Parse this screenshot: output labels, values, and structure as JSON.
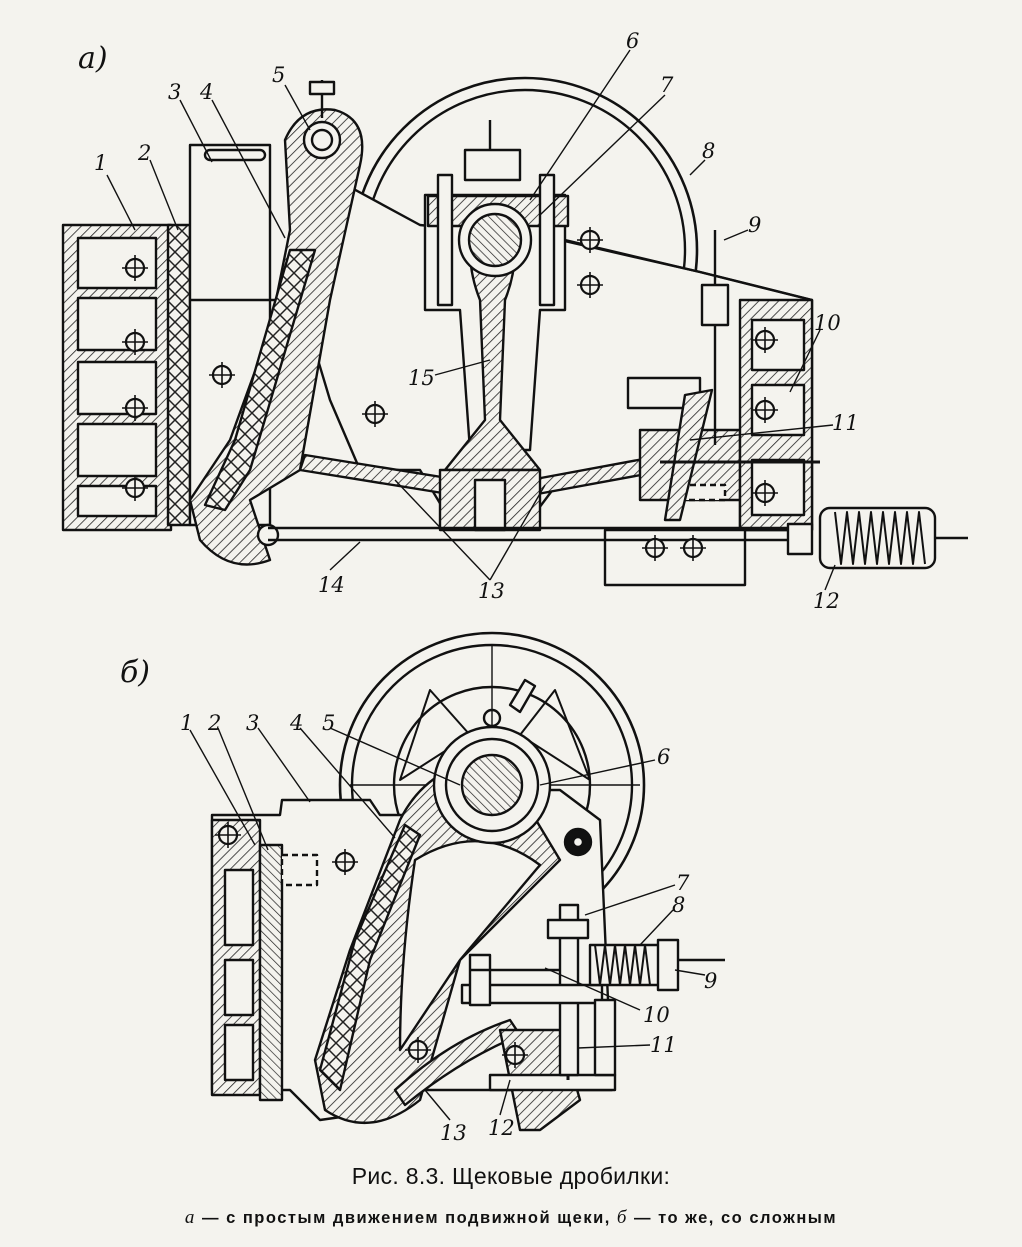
{
  "figure": {
    "panel_a": "а)",
    "panel_b": "б)",
    "labels_a": [
      "1",
      "2",
      "3",
      "4",
      "5",
      "6",
      "7",
      "8",
      "9",
      "10",
      "11",
      "12",
      "13",
      "14",
      "15"
    ],
    "labels_b": [
      "1",
      "2",
      "3",
      "4",
      "5",
      "6",
      "7",
      "8",
      "9",
      "10",
      "11",
      "12",
      "13"
    ],
    "caption_title": "Рис. 8.3. Щековые дробилки:",
    "caption_a_letter": "а",
    "caption_a_text": " — с простым движением подвижной щеки, ",
    "caption_b_letter": "б",
    "caption_b_text": " — то же, со сложным"
  }
}
